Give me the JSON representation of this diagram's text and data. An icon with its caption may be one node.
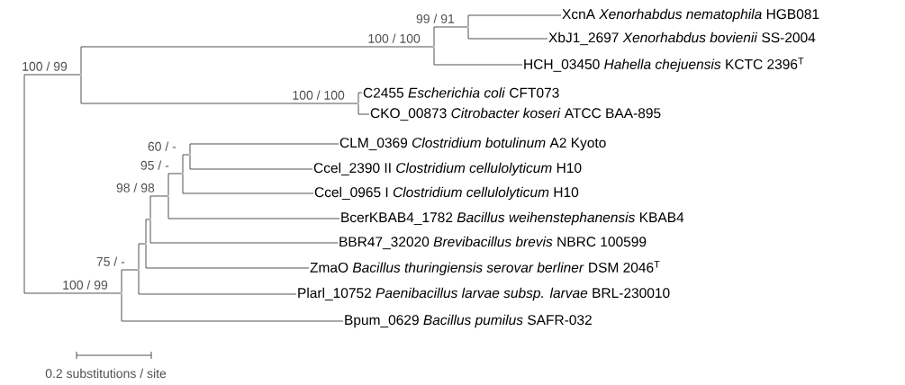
{
  "diagram": {
    "nodes": [
      {
        "text": [
          "XcnA *Xenorhabdus nematophila* HGB081"
        ]
      },
      {
        "text": [
          "XbJ1_2697 *Xenorhabdus bovienii* SS-2004"
        ]
      },
      {
        "text": [
          "HCH_03450 *Hahella chejuensis* KCTC 2396$^{T}$"
        ]
      },
      {
        "text": [
          "C2455 *Escherichia coli* CFT073"
        ]
      },
      {
        "text": [
          "CKO_00873 *Citrobacter koseri* ATCC BAA-895"
        ]
      },
      {
        "text": [
          "CLM_0369 *Clostridium botulinum* A2 Kyoto"
        ]
      },
      {
        "text": [
          "Ccel_2390 II *Clostridium cellulolyticum* H10"
        ]
      },
      {
        "text": [
          "Ccel_0965 I *Clostridium cellulolyticum* H10"
        ]
      },
      {
        "text": [
          "BcerKBAB4_1782 *Bacillus weihenstephanensis* KBAB4"
        ]
      },
      {
        "text": [
          "BBR47_32020 *Brevibacillus brevis* NBRC 100599"
        ]
      },
      {
        "text": [
          "ZmaO *Bacillus thuringiensis serovar berliner* DSM 2046$^{T}$"
        ]
      },
      {
        "text": [
          "Plarl_10752 *Paenibacillus larvae subsp. larvae* BRL-230010"
        ]
      },
      {
        "text": [
          "Bpum_0629 *Bacillus pumilus* SAFR-032"
        ]
      },
      {
        "text": [],
        "shape": "junction"
      },
      {
        "text": [],
        "shape": "junction"
      },
      {
        "text": [],
        "shape": "junction"
      },
      {
        "text": [],
        "shape": "junction"
      },
      {
        "text": [],
        "shape": "junction"
      },
      {
        "text": [],
        "shape": "junction"
      },
      {
        "text": [],
        "shape": "junction"
      },
      {
        "text": [],
        "shape": "junction"
      },
      {
        "text": [],
        "shape": "junction"
      },
      {
        "text": [],
        "shape": "junction"
      },
      {
        "text": [],
        "shape": "junction"
      },
      {
        "text": [],
        "shape": "junction"
      }
    ],
    "edges": [
      {
        "from": 13,
        "to": 14,
        "arrow": "none",
        "label": "100 / 99"
      },
      {
        "from": 14,
        "to": 15,
        "arrow": "none",
        "label": "100 / 100"
      },
      {
        "from": 15,
        "to": 16,
        "arrow": "none",
        "label": "99 / 91"
      },
      {
        "from": 16,
        "to": 0,
        "arrow": "none"
      },
      {
        "from": 16,
        "to": 1,
        "arrow": "none"
      },
      {
        "from": 15,
        "to": 2,
        "arrow": "none"
      },
      {
        "from": 14,
        "to": 17,
        "arrow": "none",
        "label": "100 / 100"
      },
      {
        "from": 17,
        "to": 3,
        "arrow": "none"
      },
      {
        "from": 17,
        "to": 4,
        "arrow": "none"
      },
      {
        "from": 13,
        "to": 18,
        "arrow": "none",
        "label": "100 / 99"
      },
      {
        "from": 18,
        "to": 19,
        "arrow": "none",
        "label": "75 / -"
      },
      {
        "from": 19,
        "to": 20,
        "arrow": "none"
      },
      {
        "from": 20,
        "to": 21,
        "arrow": "none"
      },
      {
        "from": 21,
        "to": 22,
        "arrow": "none",
        "label": "98 / 98"
      },
      {
        "from": 22,
        "to": 23,
        "arrow": "none",
        "label": "95 / -"
      },
      {
        "from": 23,
        "to": 24,
        "arrow": "none",
        "label": "60 / -"
      },
      {
        "from": 24,
        "to": 5,
        "arrow": "none"
      },
      {
        "from": 24,
        "to": 6,
        "arrow": "none"
      },
      {
        "from": 23,
        "to": 7,
        "arrow": "none"
      },
      {
        "from": 22,
        "to": 8,
        "arrow": "none"
      },
      {
        "from": 21,
        "to": 9,
        "arrow": "none"
      },
      {
        "from": 20,
        "to": 10,
        "arrow": "none"
      },
      {
        "from": 19,
        "to": 11,
        "arrow": "none"
      },
      {
        "from": 18,
        "to": 12,
        "arrow": "none"
      }
    ],
    "labels": [
      "0.2 substitutions / site"
    ]
  }
}
